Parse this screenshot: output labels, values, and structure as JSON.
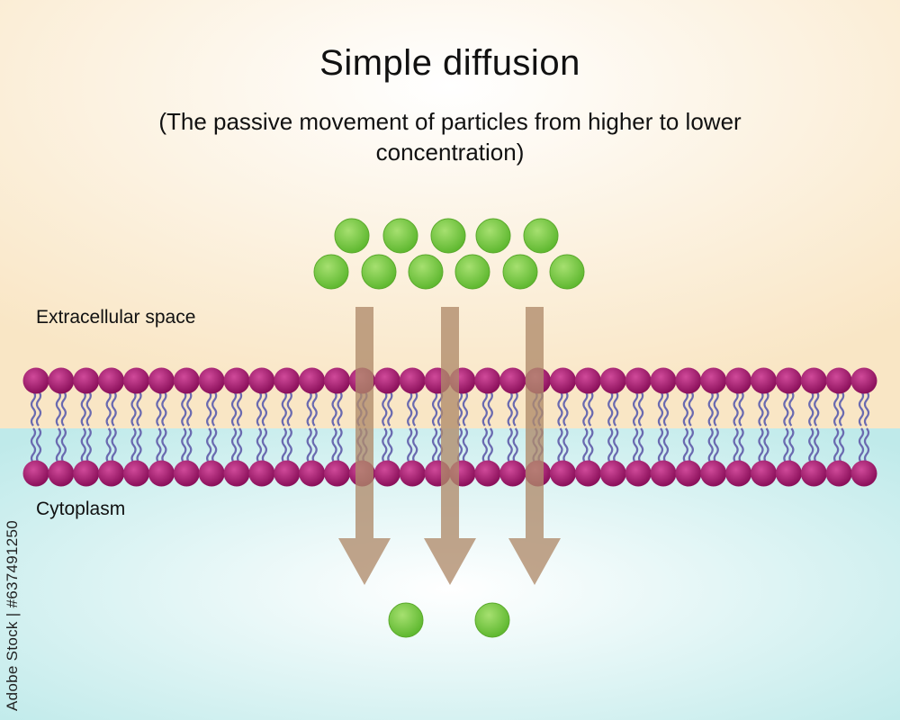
{
  "title": "Simple diffusion",
  "subtitle": "(The passive movement of particles from higher to lower concentration)",
  "labels": {
    "extracellular": "Extracellular space",
    "cytoplasm": "Cytoplasm"
  },
  "watermark": "Adobe Stock | #637491250",
  "particles": {
    "above_membrane_count": 11,
    "below_membrane_count": 2
  },
  "diffusion_arrows": 3,
  "colors": {
    "extracellular_bg": "#f9e6c5",
    "cytoplasm_bg": "#bfeaea",
    "particle": "#7ccc45",
    "phospholipid_head": "#a1186a",
    "lipid_tail": "#6a6ab0",
    "arrow": "#b08a6a"
  }
}
